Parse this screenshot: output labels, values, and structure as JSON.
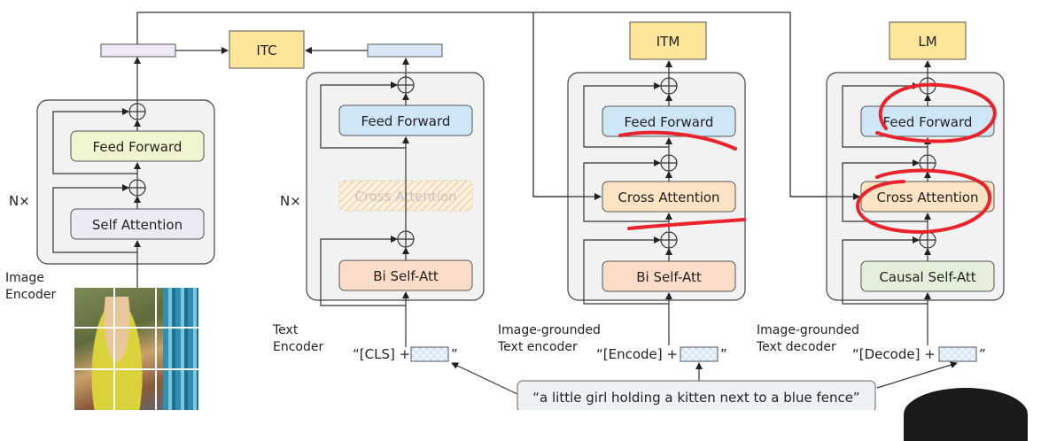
{
  "image_encoder": {
    "block_multiplier": "N×",
    "feed_forward": "Feed Forward",
    "self_attention": "Self Attention",
    "label_line1": "Image",
    "label_line2": "Encoder"
  },
  "itc": {
    "label": "ITC"
  },
  "text_encoder": {
    "block_multiplier": "N×",
    "feed_forward": "Feed Forward",
    "cross_attention": "Cross Attention",
    "bi_self_att": "Bi Self-Att",
    "label_line1": "Text",
    "label_line2": "Encoder",
    "input": "“[CLS] +",
    "input_close": "”"
  },
  "grounded_encoder": {
    "head": "ITM",
    "feed_forward": "Feed Forward",
    "cross_attention": "Cross Attention",
    "bi_self_att": "Bi Self-Att",
    "label_line1": "Image-grounded",
    "label_line2": "Text encoder",
    "input": "“[Encode] +",
    "input_close": "”"
  },
  "grounded_decoder": {
    "head": "LM",
    "feed_forward": "Feed Forward",
    "cross_attention": "Cross Attention",
    "causal_self_att": "Causal Self-Att",
    "label_line1": "Image-grounded",
    "label_line2": "Text decoder",
    "input": "“[Decode] +",
    "input_close": "”"
  },
  "caption": "“a little girl holding a kitten next to a blue fence”",
  "colors": {
    "feed_forward_image": "#f0f5cf",
    "feed_forward_text": "#cfe6f7",
    "attention": "#eeeaf3",
    "cross_attention": "#fbe3c3",
    "bi_self_att": "#fbdcc9",
    "causal": "#e3efd9",
    "head": "#fde59a",
    "annotation": "#e8232b"
  }
}
